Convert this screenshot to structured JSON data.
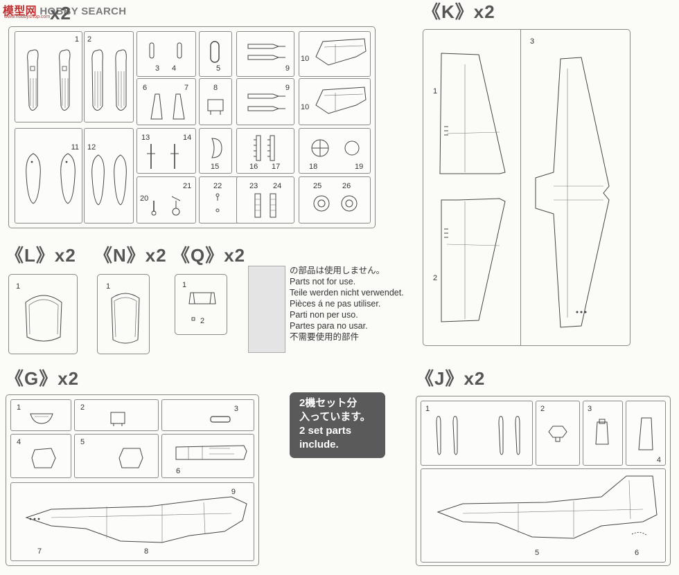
{
  "watermark": {
    "brand": "HOBBY SEARCH",
    "cn": "模型网",
    "url": "www.hobbyshop.com"
  },
  "frames": {
    "O": {
      "label": "x2"
    },
    "K": {
      "label": "《K》x2"
    },
    "L": {
      "label": "《L》x2"
    },
    "N": {
      "label": "《N》x2"
    },
    "Q": {
      "label": "《Q》x2"
    },
    "G": {
      "label": "《G》x2"
    },
    "J": {
      "label": "《J》x2"
    }
  },
  "parts": {
    "O": [
      "1",
      "2",
      "3",
      "4",
      "5",
      "9",
      "10",
      "6",
      "7",
      "8",
      "9",
      "10",
      "11",
      "12",
      "13",
      "14",
      "15",
      "16",
      "17",
      "18",
      "19",
      "20",
      "21",
      "22",
      "23",
      "24",
      "25",
      "26"
    ],
    "K": [
      "1",
      "2",
      "3"
    ],
    "L": [
      "1"
    ],
    "N": [
      "1"
    ],
    "Q": [
      "1",
      "2"
    ],
    "G": [
      "1",
      "2",
      "3",
      "4",
      "5",
      "6",
      "7",
      "8",
      "9"
    ],
    "J": [
      "1",
      "2",
      "3",
      "4",
      "5",
      "6"
    ]
  },
  "notes": {
    "ja": "の部品は使用しません。",
    "en": "Parts not for use.",
    "de": "Teile werden nicht verwendet.",
    "fr": "Pièces á ne pas utiliser.",
    "it": "Parti non per uso.",
    "es": "Partes para no usar.",
    "zh": "不需要使用的部件"
  },
  "badge": {
    "line1": "2機セット分",
    "line2": "入っています。",
    "line3": "2 set parts",
    "line4": "include."
  },
  "colors": {
    "frame": "#888888",
    "badge_bg": "#5a5a5a",
    "unused_swatch": "#e4e4e4"
  }
}
